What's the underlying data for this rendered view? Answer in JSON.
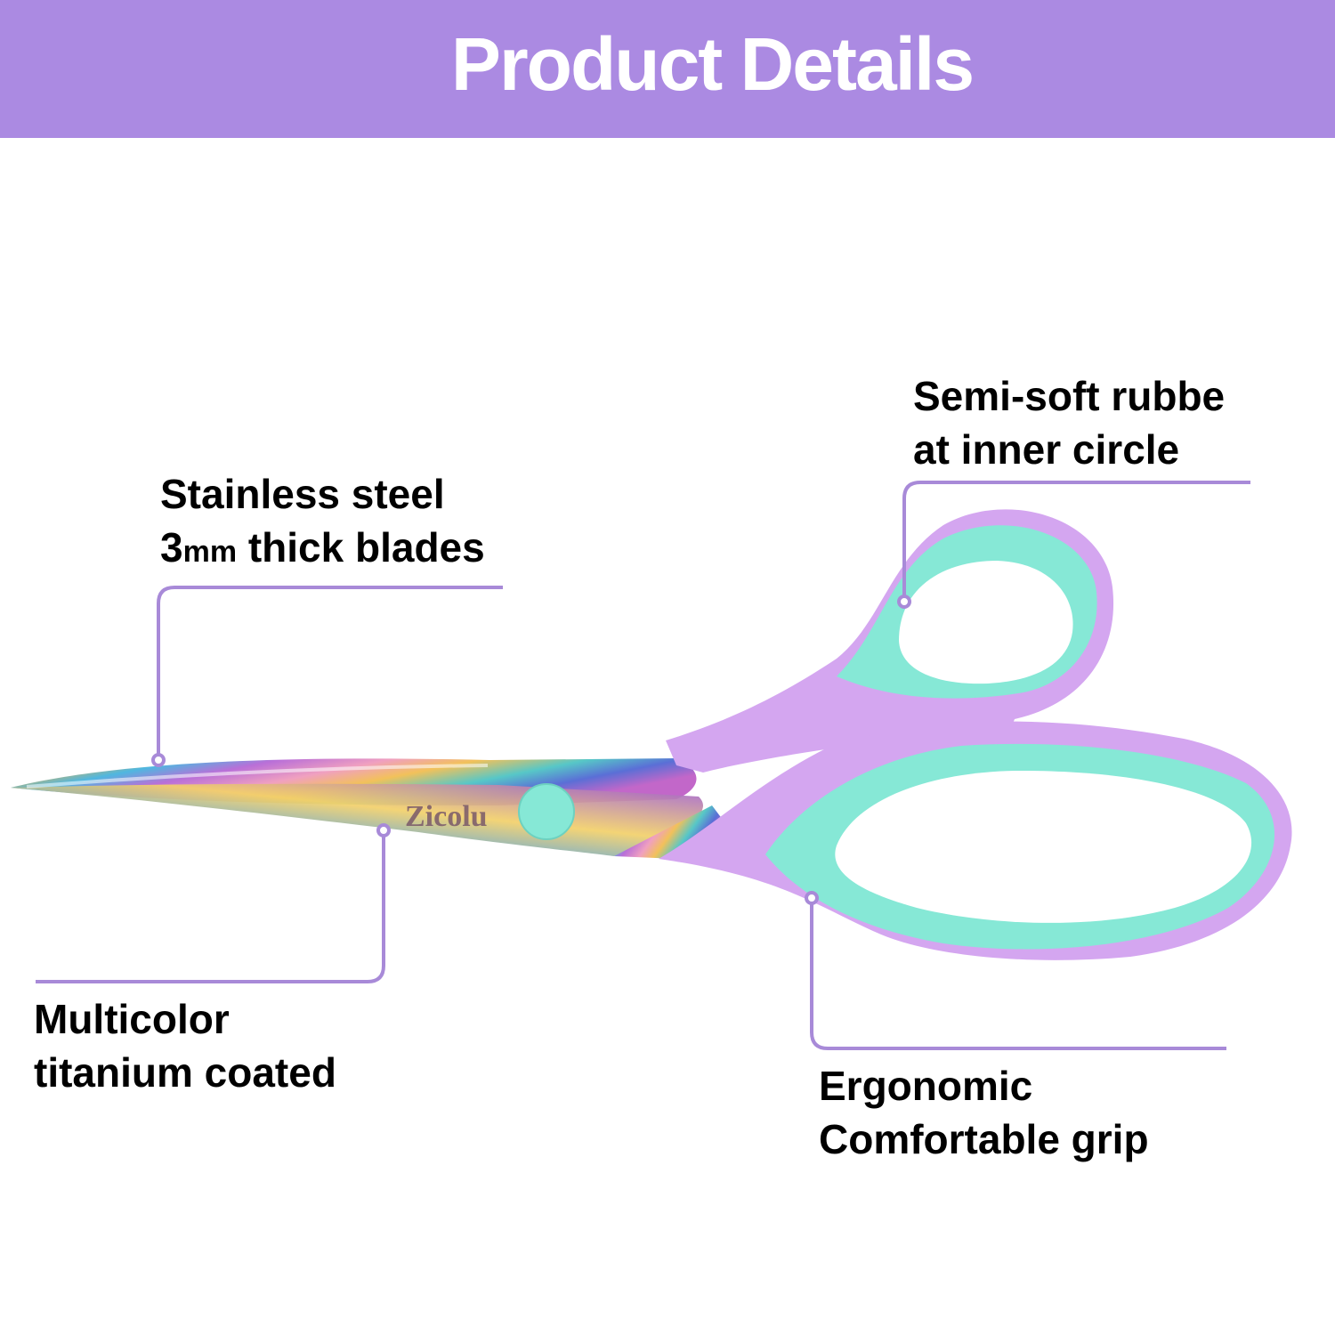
{
  "header": {
    "title": "Product Details"
  },
  "product": {
    "brand_engraving": "Zicolu"
  },
  "colors": {
    "header_background": "#ab8ae2",
    "handle_outer": "#d4a6f0",
    "handle_inner": "#86e8d6",
    "leader_line": "#a88ad8"
  },
  "callouts": {
    "blades": {
      "line1": "Stainless steel",
      "line2_number": "3",
      "line2_unit": "mm",
      "line2_rest": " thick blades"
    },
    "rubber": {
      "line1": "Semi-soft rubbe",
      "line2": "at inner circle"
    },
    "coating": {
      "line1": "Multicolor",
      "line2": "titanium coated"
    },
    "grip": {
      "line1": "Ergonomic",
      "line2": "Comfortable grip"
    }
  }
}
